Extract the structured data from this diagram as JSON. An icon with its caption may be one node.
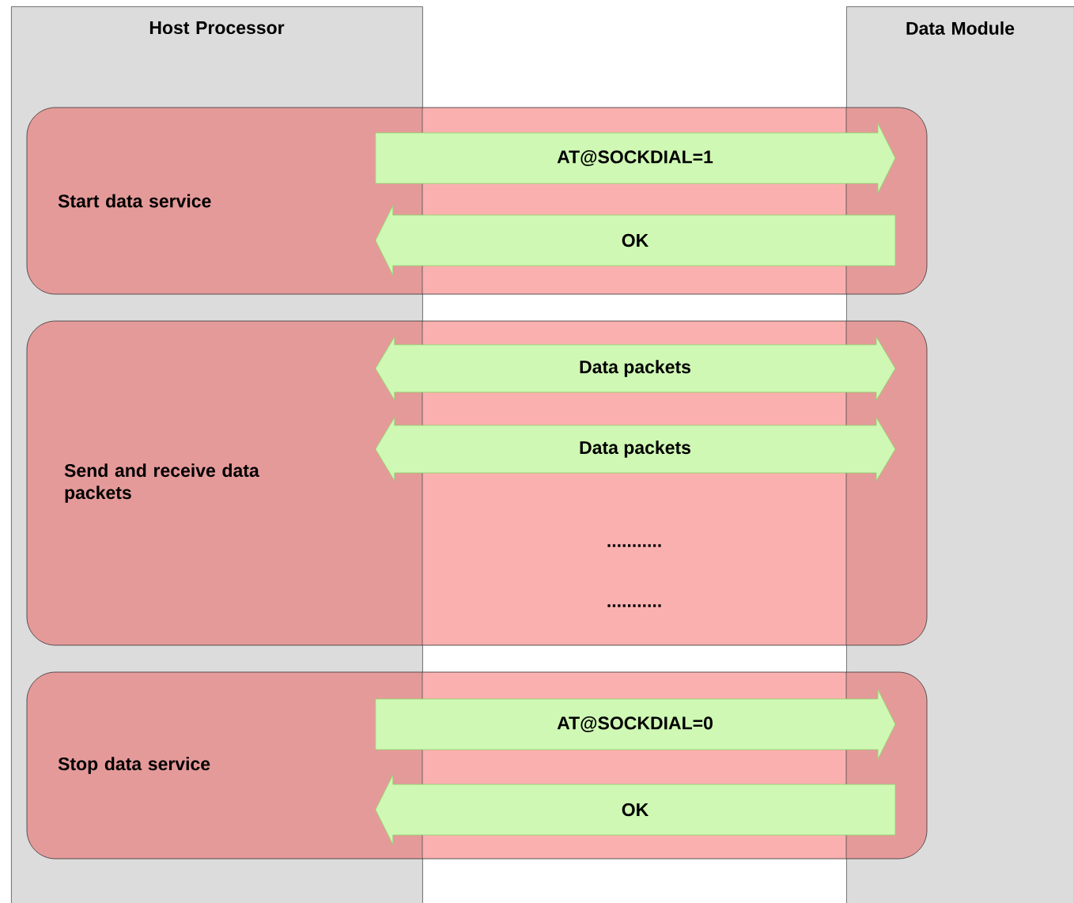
{
  "diagram": {
    "nodes": [
      {
        "text": [
          "Host Processor"
        ]
      },
      {
        "text": [
          "Data Module"
        ]
      },
      {
        "text": [
          "Start data service"
        ]
      },
      {
        "text": [
          "Send and receive data packets"
        ]
      },
      {
        "text": [
          "Stop data service"
        ]
      }
    ],
    "edges": [
      {
        "from": 0,
        "to": 1,
        "arrow": "to",
        "label": "AT@SOCKDIAL=1"
      },
      {
        "from": 1,
        "to": 0,
        "arrow": "to",
        "label": "OK"
      },
      {
        "from": 0,
        "to": 1,
        "arrow": "both",
        "label": "Data packets"
      },
      {
        "from": 0,
        "to": 1,
        "arrow": "both",
        "label": "Data packets"
      },
      {
        "from": 0,
        "to": 1,
        "arrow": "to",
        "label": "AT@SOCKDIAL=0"
      },
      {
        "from": 1,
        "to": 0,
        "arrow": "to",
        "label": "OK"
      }
    ],
    "labels": [
      "...........",
      "..........."
    ]
  }
}
